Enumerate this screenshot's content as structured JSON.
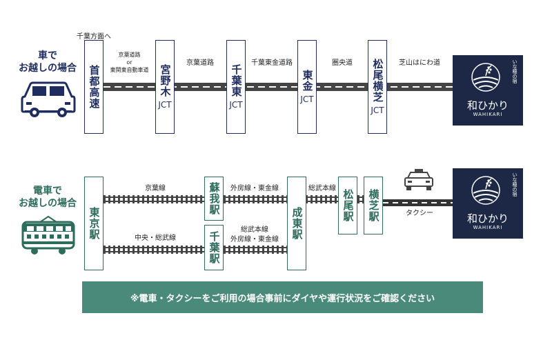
{
  "car": {
    "title_line1": "車で",
    "title_line2": "お越しの場合",
    "start_note": "千葉方面へ",
    "stations": [
      {
        "name": "首都高速",
        "suffix": ""
      },
      {
        "name": "宮野木",
        "suffix": "JCT"
      },
      {
        "name": "千葉東",
        "suffix": "JCT"
      },
      {
        "name": "東金",
        "suffix": "JCT"
      },
      {
        "name": "松尾横芝",
        "suffix": "JCT"
      }
    ],
    "segments": {
      "seg1_line1": "京葉道路",
      "seg1_line2": "or",
      "seg1_line3": "東関東自動車道",
      "seg2": "京葉道路",
      "seg3": "千葉東金道路",
      "seg4": "圏央道",
      "seg5": "芝山はにわ道"
    }
  },
  "train": {
    "title_line1": "電車で",
    "title_line2": "お越しの場合",
    "start": "東京駅",
    "upper_line": "京葉線",
    "lower_line": "中央・総武線",
    "mid_upper": "蘇我駅",
    "mid_lower": "千葉駅",
    "upper_line2": "外房線・東金線",
    "lower_line2_a": "総武本線",
    "lower_line2_b": "外房線・東金線",
    "station_narito": "成東駅",
    "line3": "総武本線",
    "station_matsuo": "松尾駅",
    "station_yokoshiba": "横芝駅",
    "taxi": "タクシー"
  },
  "destination": {
    "name": "和ひかり",
    "roman": "WAHIKARI",
    "tag": "いな穂の宿"
  },
  "notice": "※電車・タクシーをご利用の場合事前にダイヤや運行状況をご確認ください",
  "colors": {
    "navy": "#1e2c5e",
    "green": "#2d6b5b",
    "notice_bg": "#4a8a7a",
    "dest_bg": "#1c2845"
  }
}
